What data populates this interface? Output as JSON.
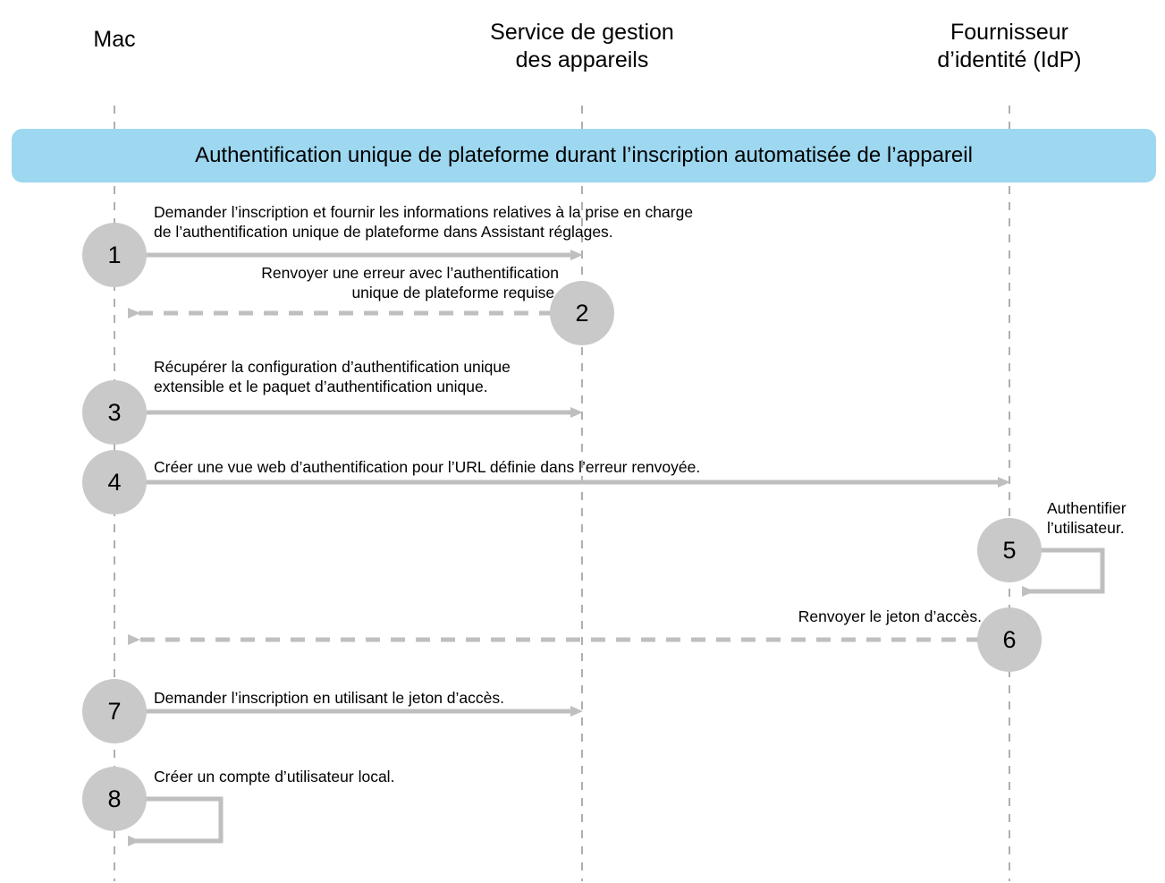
{
  "diagram": {
    "title": "Authentification unique de plateforme durant l’inscription automatisée de l’appareil",
    "colors": {
      "banner": "#9DD7F0",
      "step_circle": "#C9C9C9",
      "arrow": "#BFBFBF",
      "lifeline": "#AFAFAF",
      "text": "#000000",
      "background": "#FFFFFF"
    },
    "actors": [
      {
        "id": "mac",
        "label": "Mac"
      },
      {
        "id": "mdm",
        "label": "Service de gestion\ndes appareils"
      },
      {
        "id": "idp",
        "label": "Fournisseur\nd’identité (IdP)"
      }
    ],
    "steps": [
      {
        "number": "1",
        "label": "Demander l’inscription et fournir les informations relatives à la prise en charge\nde l’authentification unique de plateforme dans Assistant réglages.",
        "from": "mac",
        "to": "mdm",
        "style": "solid",
        "direction": "right"
      },
      {
        "number": "2",
        "label": "Renvoyer une erreur avec l’authentification\nunique de plateforme requise.",
        "from": "mdm",
        "to": "mac",
        "style": "dashed",
        "direction": "left"
      },
      {
        "number": "3",
        "label": "Récupérer la configuration d’authentification unique\nextensible et le paquet d’authentification unique.",
        "from": "mac",
        "to": "mdm",
        "style": "solid",
        "direction": "right"
      },
      {
        "number": "4",
        "label": "Créer une vue web d’authentification pour l’URL définie dans l’erreur renvoyée.",
        "from": "mac",
        "to": "idp",
        "style": "solid",
        "direction": "right"
      },
      {
        "number": "5",
        "label": "Authentifier\nl’utilisateur.",
        "from": "idp",
        "to": "idp",
        "style": "solid",
        "direction": "self"
      },
      {
        "number": "6",
        "label": "Renvoyer le jeton d’accès.",
        "from": "idp",
        "to": "mac",
        "style": "dashed",
        "direction": "left"
      },
      {
        "number": "7",
        "label": "Demander l’inscription en utilisant le jeton d’accès.",
        "from": "mac",
        "to": "mdm",
        "style": "solid",
        "direction": "right"
      },
      {
        "number": "8",
        "label": "Créer un compte d’utilisateur local.",
        "from": "mac",
        "to": "mac",
        "style": "solid",
        "direction": "self"
      }
    ]
  }
}
